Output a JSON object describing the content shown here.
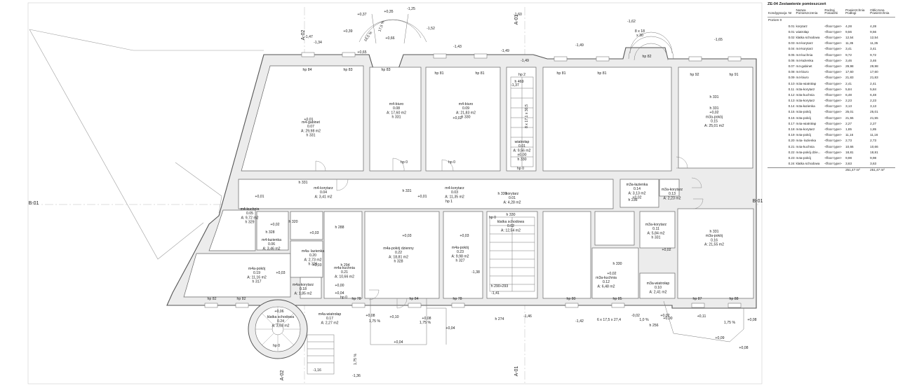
{
  "schedule": {
    "title": "ZE-04 Zestawienie pomieszczeń",
    "headers": [
      "Kondygnacja",
      "Nr",
      "Nazwa Pomieszczenia",
      "Rodzaj Posadzki",
      "Powierzchnia Podłogi",
      "Obliczona Powierzchnia"
    ],
    "level": "Poziom 0",
    "rows": [
      [
        "0.01",
        "korytarz",
        "<floor type>",
        "4,28",
        "4,28"
      ],
      [
        "0.01",
        "wiatrołap",
        "<floor type>",
        "9,56",
        "9,56"
      ],
      [
        "0.02",
        "klatka schodowa",
        "<floor type>",
        "12,54",
        "12,54"
      ],
      [
        "0.03",
        "m4-korytarz",
        "<floor type>",
        "11,35",
        "11,35"
      ],
      [
        "0.04",
        "m4-korytarz",
        "<floor type>",
        "3,41",
        "3,41"
      ],
      [
        "0.05",
        "m4-kuchnia",
        "<floor type>",
        "9,72",
        "9,72"
      ],
      [
        "0.06",
        "m4-łazienka",
        "<floor type>",
        "3,46",
        "3,46"
      ],
      [
        "0.07",
        "m4-gabinet",
        "<floor type>",
        "29,98",
        "29,98"
      ],
      [
        "0.08",
        "m4-biuro",
        "<floor type>",
        "17,60",
        "17,60"
      ],
      [
        "0.09",
        "m4-biuro",
        "<floor type>",
        "21,83",
        "21,83"
      ],
      [
        "0.10",
        "m3a-wiatrołap",
        "<floor type>",
        "2,41",
        "2,41"
      ],
      [
        "0.11",
        "m3a-korytarz",
        "<floor type>",
        "5,84",
        "5,84"
      ],
      [
        "0.12",
        "m3a-kuchnia",
        "<floor type>",
        "6,48",
        "6,48"
      ],
      [
        "0.13",
        "m3a-korytarz",
        "<floor type>",
        "2,23",
        "2,23"
      ],
      [
        "0.14",
        "m3a-łazienka",
        "<floor type>",
        "3,13",
        "3,13"
      ],
      [
        "0.15",
        "m3a-pokój",
        "<floor type>",
        "25,01",
        "25,01"
      ],
      [
        "0.16",
        "m3a-pokój",
        "<floor type>",
        "21,55",
        "21,55"
      ],
      [
        "0.17",
        "m4a-wiatrołap",
        "<floor type>",
        "2,27",
        "2,27"
      ],
      [
        "0.18",
        "m4a-korytarz",
        "<floor type>",
        "1,85",
        "1,85"
      ],
      [
        "0.19",
        "m4a-pokój",
        "<floor type>",
        "11,16",
        "11,16"
      ],
      [
        "0.20",
        "m4a- łazienka",
        "<floor type>",
        "2,73",
        "2,73"
      ],
      [
        "0.21",
        "m4a-kuchnia",
        "<floor type>",
        "10,66",
        "10,66"
      ],
      [
        "0.22",
        "m4a-pokój dzie...",
        "<floor type>",
        "18,81",
        "18,81"
      ],
      [
        "0.23",
        "m4a-pokój",
        "<floor type>",
        "9,98",
        "9,98"
      ],
      [
        "0.24",
        "klatka schodowa",
        "<floor type>",
        "3,63",
        "3,63"
      ]
    ],
    "total_floor": "251,47 m²",
    "total_calc": "251,47 m²"
  },
  "plan": {
    "rooms": [
      {
        "id": "gabinet",
        "lines": [
          "m4-gabinet",
          "0.07",
          "A: 29,98 m2",
          "h 331"
        ]
      },
      {
        "id": "biuro1",
        "lines": [
          "m4-biuro",
          "0.08",
          "A: 17,60 m2",
          "h 331"
        ]
      },
      {
        "id": "biuro2",
        "lines": [
          "m4-biuro",
          "0.09",
          "A: 21,83 m2",
          "h 330"
        ]
      },
      {
        "id": "wiatrolap",
        "lines": [
          "wiatrołap",
          "0.01",
          "A: 9,56 m2",
          "±0,00",
          "h 330"
        ]
      },
      {
        "id": "m3a-pokoj-15",
        "lines": [
          "h 331",
          "+0,02",
          "m3a-pokój",
          "0.15",
          "A: 25,01 m2"
        ]
      },
      {
        "id": "m4-kor-03",
        "lines": [
          "m4-korytarz",
          "0.03",
          "A: 11,35 m2"
        ]
      },
      {
        "id": "m4-kor-04",
        "lines": [
          "m4-korytarz",
          "0.04",
          "A: 3,41 m2"
        ]
      },
      {
        "id": "korytarz-01",
        "lines": [
          "korytarz",
          "0.01",
          "A: 4,28 m2"
        ]
      },
      {
        "id": "m3a-laz",
        "lines": [
          "m3a-łazienka",
          "0.14",
          "A: 3,13 m2",
          "+0,02"
        ]
      },
      {
        "id": "m3a-kor-13",
        "lines": [
          "m3a-korytarz",
          "0.13",
          "A: 2,23 m2"
        ]
      },
      {
        "id": "m4-kuchnia",
        "lines": [
          "m4-kuchnia",
          "0.05",
          "A: 9,72 m2",
          "h 329"
        ]
      },
      {
        "id": "m4-laz",
        "lines": [
          "m4-łazienka",
          "0.06",
          "A: 3,46 m2"
        ]
      },
      {
        "id": "m4a-pokoj-19",
        "lines": [
          "m4a-pokój",
          "0.19",
          "A: 11,16 m2",
          "h 317"
        ]
      },
      {
        "id": "m4a-laz",
        "lines": [
          "m4a- łazienka",
          "0.20",
          "A: 2,73 m2",
          "h 326"
        ]
      },
      {
        "id": "m4a-kuchnia",
        "lines": [
          "m4a-kuchnia",
          "0.21",
          "A: 10,66 m2"
        ]
      },
      {
        "id": "m4a-pokoj-dz",
        "lines": [
          "m4a-pokój dzienny",
          "0.22",
          "A: 18,81 m2",
          "h 328"
        ]
      },
      {
        "id": "m4a-pokoj-23",
        "lines": [
          "m4a-pokój",
          "0.23",
          "A: 9,98 m2",
          "h 327"
        ]
      },
      {
        "id": "klatka-02",
        "lines": [
          "klatka schodowa",
          "0.02",
          "A: 12,54 m2"
        ]
      },
      {
        "id": "m3a-kor-11",
        "lines": [
          "m3a-korytarz",
          "0.11",
          "A: 5,84 m2",
          "h 331"
        ]
      },
      {
        "id": "m3a-kuchnia",
        "lines": [
          "m3a-kuchnia",
          "0.12",
          "A: 6,48 m2"
        ]
      },
      {
        "id": "m3a-wiat",
        "lines": [
          "m3a-wiatrołap",
          "0.10",
          "A: 2,41 m2"
        ]
      },
      {
        "id": "m3a-pokoj-16",
        "lines": [
          "h 331",
          "m3a-pokój",
          "0.16",
          "A: 21,55 m2"
        ]
      },
      {
        "id": "klatka-24",
        "lines": [
          "klatka schodowa",
          "0.24",
          "A: 3,63 m2"
        ]
      },
      {
        "id": "m4a-wiat",
        "lines": [
          "m4a-wiatrołap",
          "0.17",
          "A: 2,27 m2"
        ]
      },
      {
        "id": "m4a-kor",
        "lines": [
          "m4a-korytarz",
          "0.18",
          "A: 1,85 m2"
        ]
      }
    ],
    "window_heights": [
      {
        "id": "w1",
        "text": "hp 84"
      },
      {
        "id": "w2",
        "text": "hp 83"
      },
      {
        "id": "w3",
        "text": "hp 83"
      },
      {
        "id": "w4",
        "text": "hp 2"
      },
      {
        "id": "w5",
        "text": "hp 81"
      },
      {
        "id": "w6",
        "text": "hp 81"
      },
      {
        "id": "w7",
        "text": "hp 81"
      },
      {
        "id": "w8",
        "text": "hp 81"
      },
      {
        "id": "w9",
        "text": "hp 82"
      },
      {
        "id": "w10",
        "text": "hp 92"
      },
      {
        "id": "w11",
        "text": "hp 91"
      },
      {
        "id": "w12",
        "text": "hp 82"
      },
      {
        "id": "w13",
        "text": "hp 82"
      },
      {
        "id": "w14",
        "text": "hp 78"
      },
      {
        "id": "w15",
        "text": "hp 84"
      },
      {
        "id": "w16",
        "text": "hp 78"
      },
      {
        "id": "w17",
        "text": "hp 80"
      },
      {
        "id": "w18",
        "text": "hp 85"
      },
      {
        "id": "w19",
        "text": "hp 87"
      },
      {
        "id": "w20",
        "text": "hp 88"
      },
      {
        "id": "w21",
        "text": "hp 0"
      },
      {
        "id": "w22",
        "text": "hp 0"
      },
      {
        "id": "w23",
        "text": "hp 0"
      },
      {
        "id": "w24",
        "text": "hp 1"
      },
      {
        "id": "w25",
        "text": "hp 0"
      },
      {
        "id": "w26",
        "text": "hp 0"
      },
      {
        "id": "w27",
        "text": "hp 0"
      }
    ],
    "levels": [
      {
        "id": "l1",
        "text": "+0,37"
      },
      {
        "id": "l2",
        "text": "+0,35"
      },
      {
        "id": "l3",
        "text": "-1,25"
      },
      {
        "id": "l4",
        "text": "-1,60"
      },
      {
        "id": "l5",
        "text": "-1,62"
      },
      {
        "id": "l6",
        "text": "-1,47"
      },
      {
        "id": "l7",
        "text": "-1,34"
      },
      {
        "id": "l8",
        "text": "+0,39"
      },
      {
        "id": "l9",
        "text": "+0,66"
      },
      {
        "id": "l10",
        "text": "+0,65"
      },
      {
        "id": "l11",
        "text": "-1,52"
      },
      {
        "id": "l12",
        "text": "-1,43"
      },
      {
        "id": "l13",
        "text": "-1,49"
      },
      {
        "id": "l14",
        "text": "-1,49"
      },
      {
        "id": "l15",
        "text": "-1,49"
      },
      {
        "id": "l16",
        "text": "-1,65"
      },
      {
        "id": "l17",
        "text": "+0,01"
      },
      {
        "id": "l18",
        "text": "+0,02"
      },
      {
        "id": "l19",
        "text": "+0,01"
      },
      {
        "id": "l20",
        "text": "+0,01"
      },
      {
        "id": "l21",
        "text": "+0,03"
      },
      {
        "id": "l22",
        "text": "+0,03"
      },
      {
        "id": "l23",
        "text": "+0,03"
      },
      {
        "id": "l24",
        "text": "+0,03"
      },
      {
        "id": "l25",
        "text": "+0,02"
      },
      {
        "id": "l26",
        "text": "+0,02"
      },
      {
        "id": "l27",
        "text": "+0,02"
      },
      {
        "id": "l28",
        "text": "-1,37"
      },
      {
        "id": "l29",
        "text": "-1,38"
      },
      {
        "id": "l30",
        "text": "-1,41"
      },
      {
        "id": "l31",
        "text": "-1,46"
      },
      {
        "id": "l32",
        "text": "-1,42"
      },
      {
        "id": "l33",
        "text": "-1,36"
      },
      {
        "id": "l34",
        "text": "-1,16"
      },
      {
        "id": "l35",
        "text": "+0,06"
      },
      {
        "id": "l36",
        "text": "+0,08"
      },
      {
        "id": "l37",
        "text": "+0,10"
      },
      {
        "id": "l38",
        "text": "+0,08"
      },
      {
        "id": "l39",
        "text": "+0,04"
      },
      {
        "id": "l40",
        "text": "+0,04"
      },
      {
        "id": "l41",
        "text": "+0,04"
      },
      {
        "id": "l42",
        "text": "+0,00"
      },
      {
        "id": "l43",
        "text": "+0,11"
      },
      {
        "id": "l44",
        "text": "+0,09"
      },
      {
        "id": "l45",
        "text": "+0,08"
      },
      {
        "id": "l46",
        "text": "+0,08"
      },
      {
        "id": "l47",
        "text": "-0,02"
      },
      {
        "id": "l48",
        "text": "+0,00"
      },
      {
        "id": "l49",
        "text": "+0,03"
      },
      {
        "id": "l50",
        "text": "+0,02"
      }
    ],
    "misc": [
      {
        "id": "m1",
        "text": "h 469"
      },
      {
        "id": "m2",
        "text": "8 x 17,1 x 30,5"
      },
      {
        "id": "m3",
        "text": "h 320"
      },
      {
        "id": "m4",
        "text": "h 328"
      },
      {
        "id": "m5",
        "text": "h 288"
      },
      {
        "id": "m6",
        "text": "h 294"
      },
      {
        "id": "m7",
        "text": "h 330"
      },
      {
        "id": "m8",
        "text": "h 331"
      },
      {
        "id": "m9",
        "text": "h 236"
      },
      {
        "id": "m10",
        "text": "h 330"
      },
      {
        "id": "m11",
        "text": "h 290÷293"
      },
      {
        "id": "m12",
        "text": "h 274"
      },
      {
        "id": "m13",
        "text": "h 256"
      },
      {
        "id": "m14",
        "text": "6 x 17,5 x 27,4"
      },
      {
        "id": "m15",
        "text": "1,75 %"
      },
      {
        "id": "m16",
        "text": "1,75 %"
      },
      {
        "id": "m17",
        "text": "1,75 %"
      },
      {
        "id": "m18",
        "text": "1,75 %"
      },
      {
        "id": "m19",
        "text": "1,0 %"
      },
      {
        "id": "m20",
        "text": "17,5 %"
      },
      {
        "id": "m21",
        "text": "16,5 %"
      },
      {
        "id": "m22",
        "text": "8 x 18"
      },
      {
        "id": "m23",
        "text": "x 30"
      },
      {
        "id": "m24",
        "text": "h 331"
      },
      {
        "id": "m25",
        "text": "h 330"
      },
      {
        "id": "m26",
        "text": "h 331"
      }
    ],
    "axes": [
      {
        "id": "a1",
        "text": "A-02"
      },
      {
        "id": "a2",
        "text": "A-01"
      },
      {
        "id": "a3",
        "text": "B-01"
      },
      {
        "id": "a4",
        "text": "B-01"
      },
      {
        "id": "a5",
        "text": "A-02"
      },
      {
        "id": "a6",
        "text": "A-01"
      }
    ]
  }
}
